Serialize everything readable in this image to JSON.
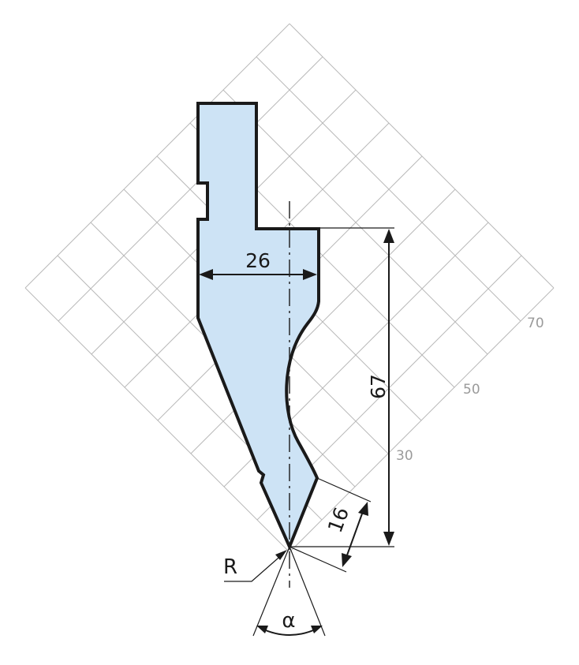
{
  "dimensions": {
    "width": "26",
    "height": "67",
    "tip_height": "16"
  },
  "symbols": {
    "radius": "R",
    "angle": "α"
  },
  "scale_labels": [
    "30",
    "50",
    "70"
  ],
  "colors": {
    "profile_fill": "#cde3f5",
    "outline": "#1a1a1a",
    "grid": "#b9b9b9",
    "scale_text": "#9a9a9a"
  }
}
